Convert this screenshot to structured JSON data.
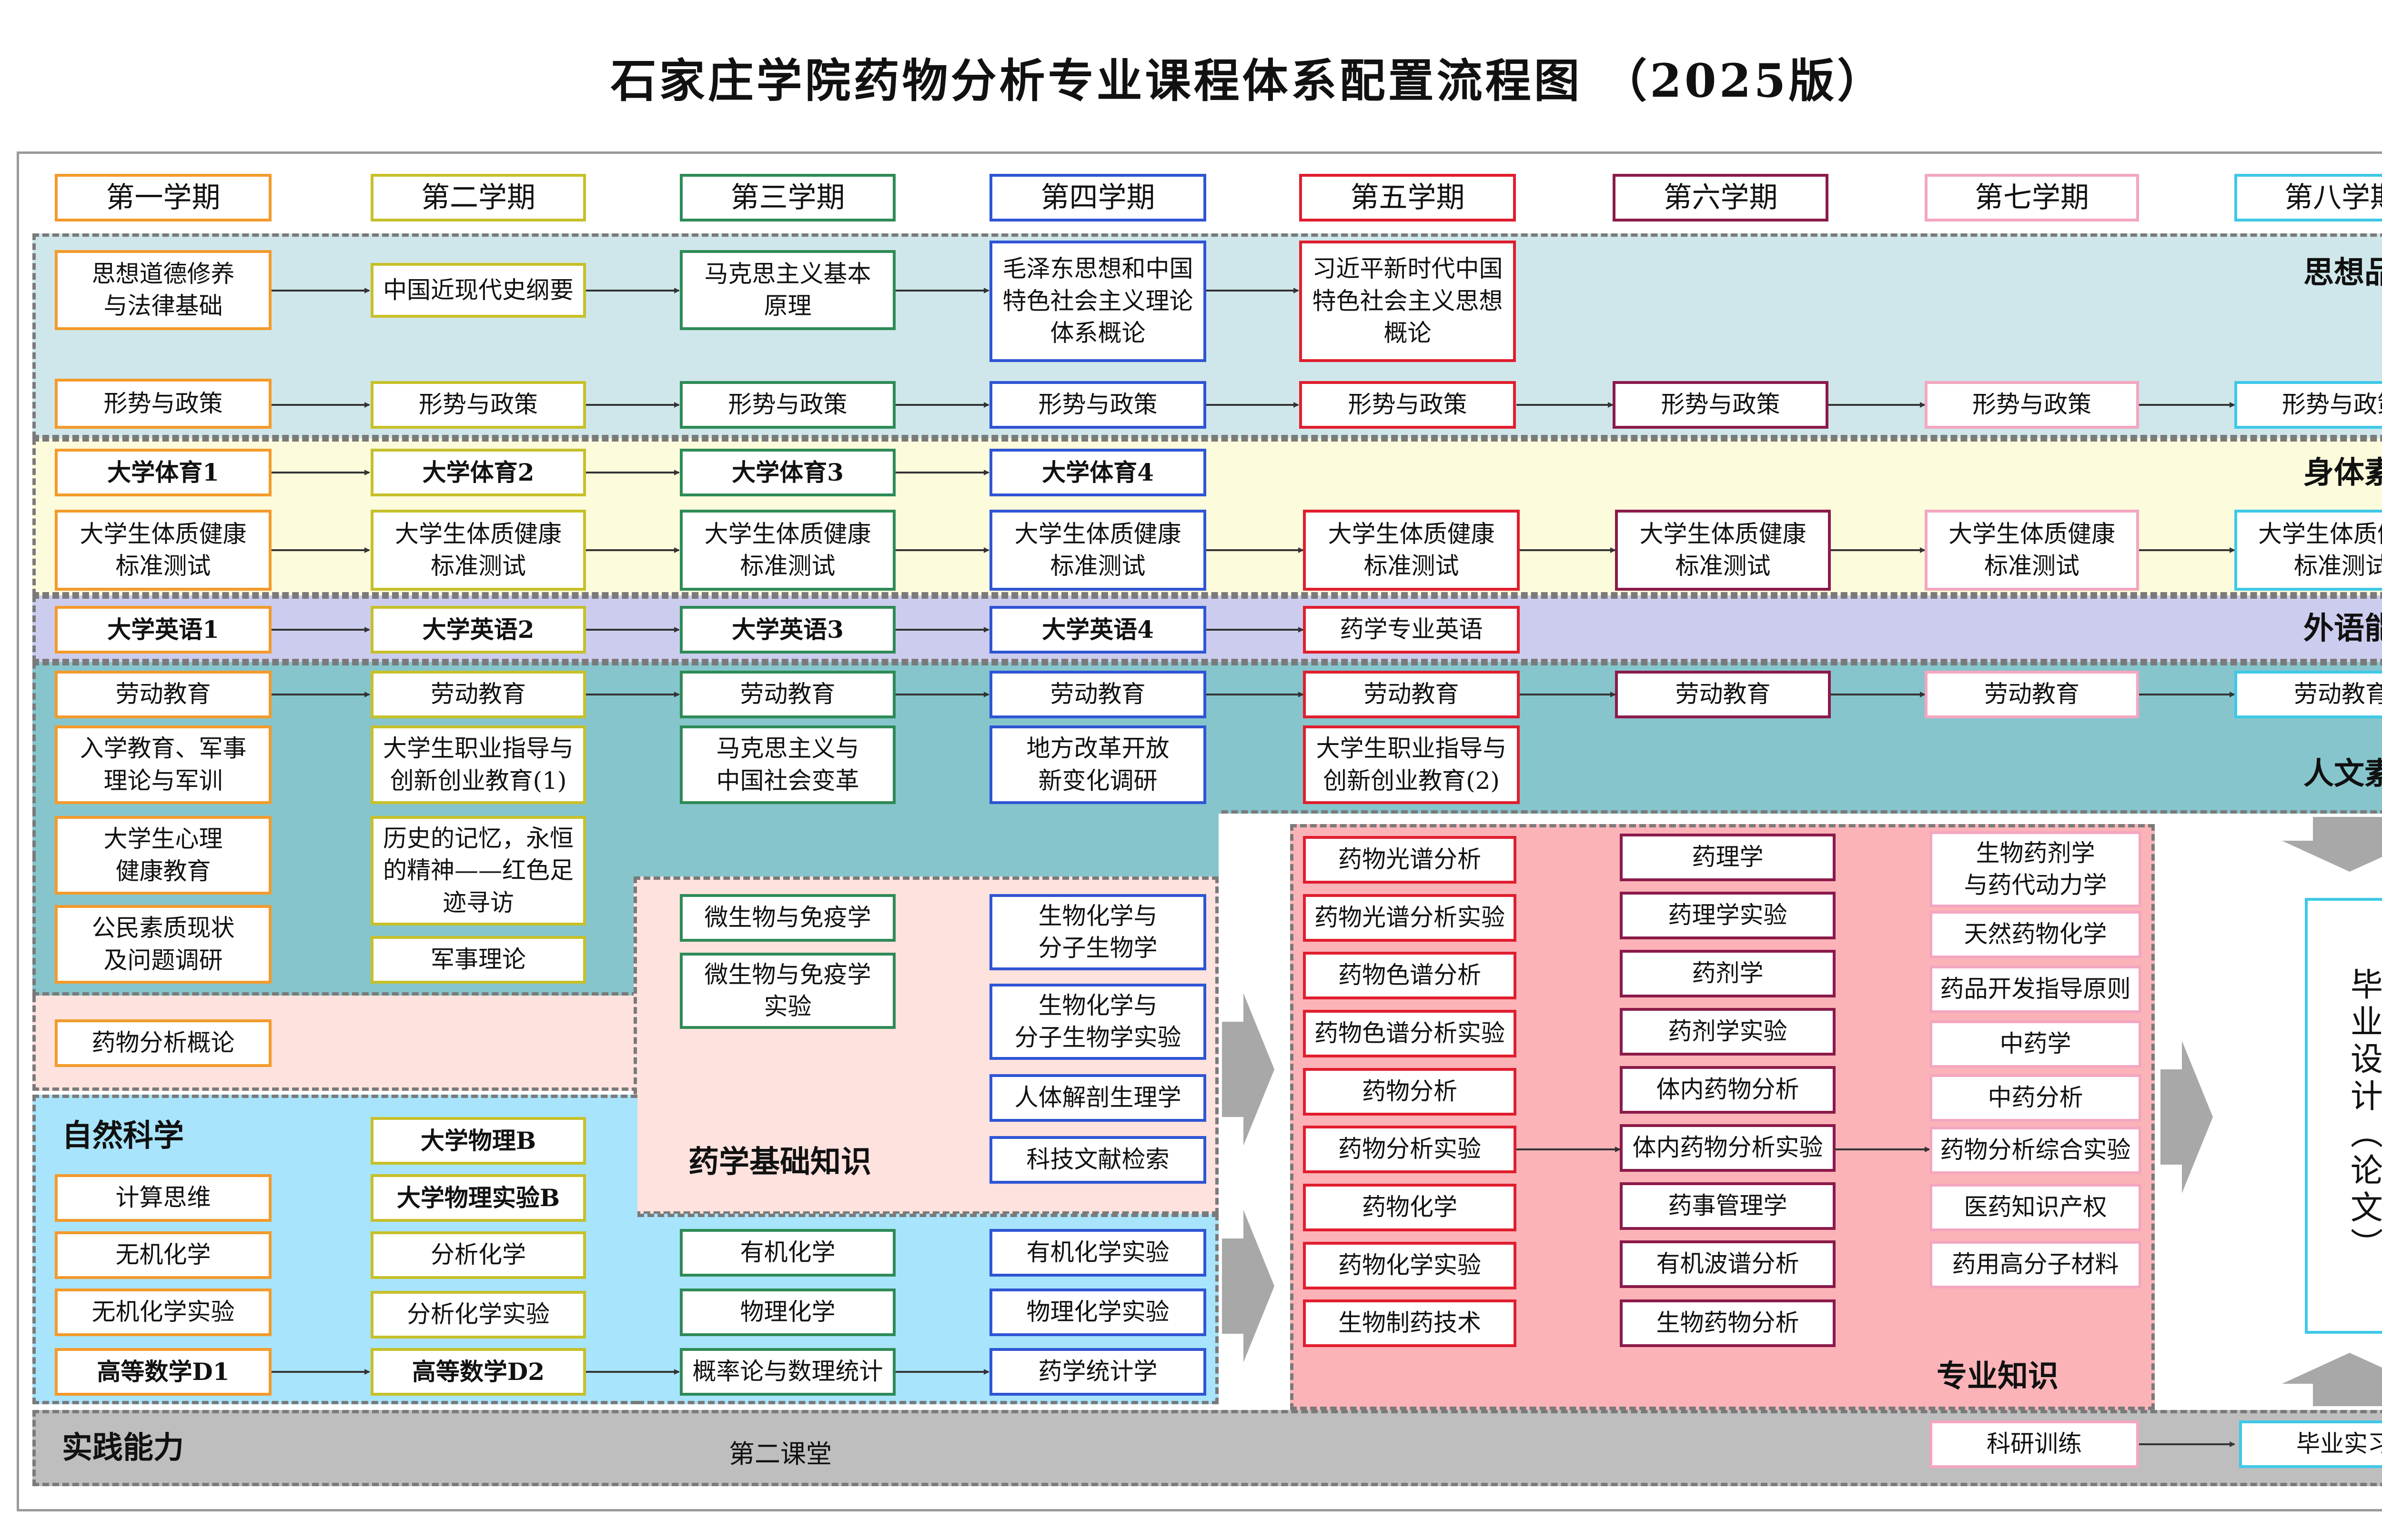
{
  "title": "石家庄学院药物分析专业课程体系配置流程图 （2025版）",
  "semesters": [
    "第一学期",
    "第二学期",
    "第三学期",
    "第四学期",
    "第五学期",
    "第六学期",
    "第七学期",
    "第八学期"
  ],
  "regions": {
    "sixiang": "思想品德",
    "shenti": "身体素质",
    "waiyu": "外语能力",
    "renwen": "人文素质",
    "yaoxue": "药学基础知识",
    "ziran": "自然科学",
    "zhuanye": "专业知识",
    "shijian": "实践能力"
  },
  "courses": {
    "sx1": "思想道德修养\n与法律基础",
    "sx2": "中国近现代史纲要",
    "sx3": "马克思主义基本\n原理",
    "sx4": "毛泽东思想和中国\n特色社会主义理论\n体系概论",
    "sx5": "习近平新时代中国\n特色社会主义思想\n概论",
    "xs": "形势与政策",
    "ty1": "大学体育1",
    "ty2": "大学体育2",
    "ty3": "大学体育3",
    "ty4": "大学体育4",
    "tz": "大学生体质健康\n标准测试",
    "yy1": "大学英语1",
    "yy2": "大学英语2",
    "yy3": "大学英语3",
    "yy4": "大学英语4",
    "yyzy": "药学专业英语",
    "ld": "劳动教育",
    "rx": "入学教育、军事\n理论与军训",
    "xl": "大学生心理\n健康教育",
    "gm": "公民素质现状\n及问题调研",
    "zy1": "大学生职业指导与\n创新创业教育(1)",
    "ls": "历史的记忆，永恒\n的精神——红色足\n迹寻访",
    "js": "军事理论",
    "mzg": "马克思主义与\n中国社会变革",
    "df": "地方改革开放\n新变化调研",
    "zy2": "大学生职业指导与\n创新创业教育(2)",
    "yfgl": "药物分析概论",
    "wsw": "微生物与免疫学",
    "wswsy": "微生物与免疫学\n实验",
    "shh": "生物化学与\n分子生物学",
    "shhsy": "生物化学与\n分子生物学实验",
    "rtjp": "人体解剖生理学",
    "kjwx": "科技文献检索",
    "wlb": "大学物理B",
    "wlsyb": "大学物理实验B",
    "jssw": "计算思维",
    "wjhx": "无机化学",
    "wjsy": "无机化学实验",
    "fxhx": "分析化学",
    "fxsy": "分析化学实验",
    "yjhx": "有机化学",
    "yjsy": "有机化学实验",
    "wlhx": "物理化学",
    "wlhxsy": "物理化学实验",
    "gs1": "高等数学D1",
    "gs2": "高等数学D2",
    "gl": "概率论与数理统计",
    "ytj": "药学统计学",
    "gpfx": "药物光谱分析",
    "gpsy": "药物光谱分析实验",
    "spfx": "药物色谱分析",
    "spsy": "药物色谱分析实验",
    "ywfx": "药物分析",
    "ywfxsy": "药物分析实验",
    "ywhx": "药物化学",
    "ywhxsy": "药物化学实验",
    "swzy": "生物制药技术",
    "ylx": "药理学",
    "ylsy": "药理学实验",
    "yjx": "药剂学",
    "yjxsy": "药剂学实验",
    "tn": "体内药物分析",
    "tnsy": "体内药物分析实验",
    "ysgl": "药事管理学",
    "yjbp": "有机波谱分析",
    "swfx": "生物药物分析",
    "swyj": "生物药剂学\n与药代动力学",
    "trhx": "天然药物化学",
    "ypkf": "药品开发指导原则",
    "zyx": "中药学",
    "zyfx": "中药分析",
    "zhsy": "药物分析综合实验",
    "cq": "医药知识产权",
    "gfz": "药用高分子材料",
    "bysj": "毕业设计（论文）",
    "dekt": "第二课堂",
    "kyxl": "科研训练",
    "bysx": "毕业实习"
  },
  "colors": {
    "sem1": "#f39a2b",
    "sem2": "#c6c02a",
    "sem3": "#2e8b57",
    "sem4": "#2f55d4",
    "sem5": "#e01e2e",
    "sem6": "#8b1a4a",
    "sem7": "#f4a6c0",
    "sem8": "#3fc8e8",
    "sixiang": "#cfe7ea",
    "shenti": "#fcfbdc",
    "waiyu": "#cccdee",
    "renwen": "#86c5cc",
    "yaoxue": "#fde2de",
    "ziran": "#a8e4fb",
    "zhuanye": "#fbb3b8",
    "shijian": "#bebebe"
  }
}
